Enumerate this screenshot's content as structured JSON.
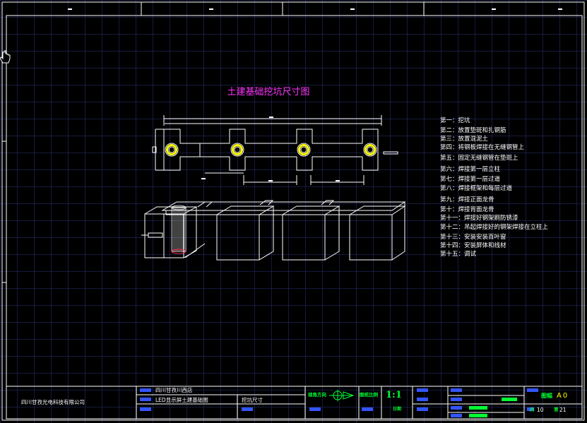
{
  "drawing": {
    "title": "土建基础挖坑尺寸图",
    "title_color": "#ff33ff",
    "line_color": "#ffffff",
    "frame_color": "#ffffff",
    "accent_color": "#ffff00",
    "title_block_color": "#3355ff"
  },
  "steps": [
    "第一：挖坑",
    "第二：放置垫斑和扎钢筋",
    "第三：放置混泥土",
    "第四：将钢板焊接在无缝钢管上",
    "第五：固定无缝钢管在垫斑上",
    "第六：焊接第一层立柱",
    "第七：焊接第一层过道",
    "第八：焊接框架和每层过道",
    "第九：焊接正面龙骨",
    "第十：焊接背面龙骨",
    "第十一：焊接好钢架刷防锈漆",
    "第十二：吊起焊接好的钢架焊接在立柱上",
    "第十三：安装安装百叶窗",
    "第十四：安装屏体和线材",
    "第十五：调试"
  ],
  "title_block": {
    "company": "四川甘孜光电科技有限公司",
    "project": "四川甘孜川西店",
    "drawing_name": "LED显示屏土建基础图",
    "content": "挖坑尺寸",
    "view_label": "视角方向",
    "scale_label": "图纸比例",
    "scale": "1:1",
    "size_label": "图幅",
    "size": "A0",
    "sheet_label": "共",
    "sheet": "10",
    "total_label": "第",
    "total": "21",
    "date_label": "日期"
  }
}
